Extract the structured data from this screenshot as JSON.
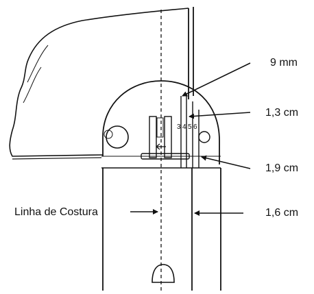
{
  "labels": {
    "seam_line": "Linha de Costura",
    "mark_9mm": "9 mm",
    "mark_13cm": "1,3 cm",
    "mark_19cm": "1,9 cm",
    "mark_16cm": "1,6 cm"
  },
  "needle_plate_scale": [
    "3",
    "4",
    "5",
    "6"
  ],
  "colors": {
    "ink": "#111111",
    "paper": "#ffffff"
  }
}
